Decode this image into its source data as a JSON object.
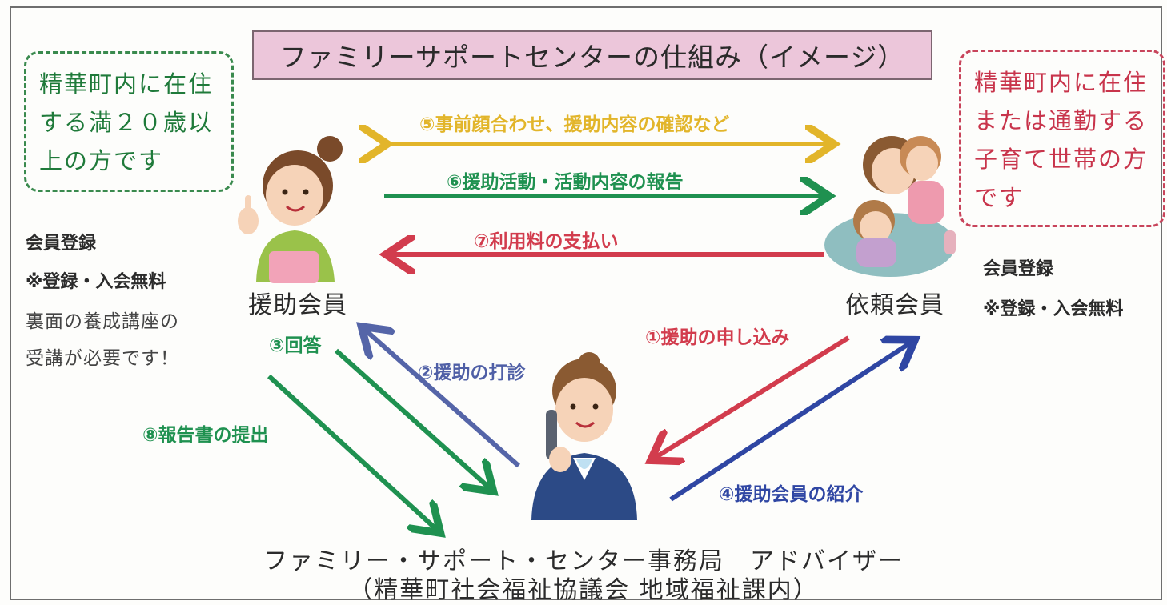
{
  "title": "ファミリーサポートセンターの仕組み（イメージ）",
  "helper_box": {
    "lines": [
      "精華町内に在住",
      "する満２０歳以",
      "上の方です"
    ]
  },
  "requester_box": {
    "lines": [
      "精華町内に在住",
      "または通勤する",
      "子育て世帯の方",
      "です"
    ]
  },
  "helper_notes": {
    "register": "会員登録",
    "free": "※登録・入会無料",
    "course_line1": "裏面の養成講座の",
    "course_line2": "受講が必要です！"
  },
  "requester_notes": {
    "register": "会員登録",
    "free": "※登録・入会無料"
  },
  "roles": {
    "helper": "援助会員",
    "requester": "依頼会員"
  },
  "steps": {
    "s1": "①援助の申し込み",
    "s2": "②援助の打診",
    "s3": "③回答",
    "s4": "④援助会員の紹介",
    "s5": "⑤事前顔合わせ、援助内容の確認など",
    "s6": "⑥援助活動・活動内容の報告",
    "s7": "⑦利用料の支払い",
    "s8": "⑧報告書の提出"
  },
  "office": {
    "name": "ファミリー・サポート・センター事務局　アドバイザー",
    "sub": "（精華町社会福祉協議会 地域福祉課内）"
  },
  "colors": {
    "yellow": "#e2b52a",
    "green": "#1f9150",
    "red": "#d23c4d",
    "blue": "#2f46a3",
    "purple": "#5565a8",
    "title_bg": "#ecc6da"
  },
  "icons": {
    "helper": "woman-apron-pointing-icon",
    "requester": "mother-with-children-icon",
    "advisor": "advisor-on-phone-icon"
  }
}
